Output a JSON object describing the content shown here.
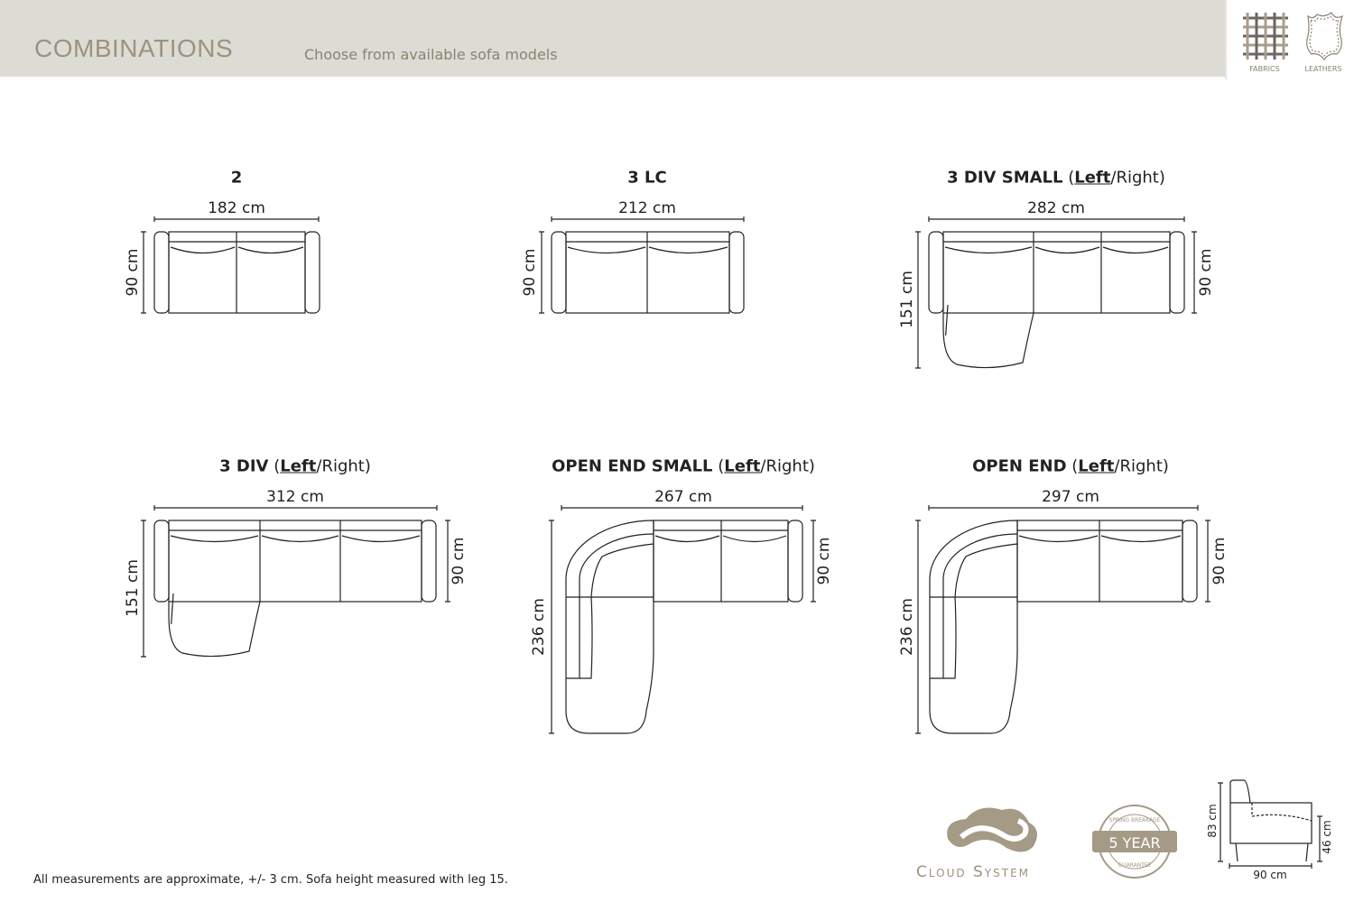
{
  "header": {
    "title": "COMBINATIONS",
    "subtitle": "Choose from available sofa models"
  },
  "materials": [
    {
      "label": "FABRICS",
      "icon": "fabric-weave-icon"
    },
    {
      "label": "LEATHERS",
      "icon": "leather-hide-icon"
    }
  ],
  "colors": {
    "header_bg": "#dddcd4",
    "accent": "#9c927f",
    "line": "#222222"
  },
  "models": [
    {
      "name": "2",
      "width": "182 cm",
      "depth": "90 cm"
    },
    {
      "name": "3 LC",
      "width": "212 cm",
      "depth": "90 cm"
    },
    {
      "name": "3 DIV SMALL",
      "side_selected": "Left",
      "side_other": "/Right",
      "width": "282 cm",
      "depth": "151 cm",
      "depth2": "90 cm"
    },
    {
      "name": "3 DIV",
      "side_selected": "Left",
      "side_other": "/Right",
      "width": "312 cm",
      "depth": "151 cm",
      "depth2": "90 cm"
    },
    {
      "name": "OPEN END SMALL",
      "side_selected": "Left",
      "side_other": "/Right",
      "width": "267 cm",
      "depth": "236 cm",
      "depth2": "90 cm"
    },
    {
      "name": "OPEN END",
      "side_selected": "Left",
      "side_other": "/Right",
      "width": "297 cm",
      "depth": "236 cm",
      "depth2": "90 cm"
    }
  ],
  "side_profile": {
    "height": "83 cm",
    "seat_height": "46 cm",
    "depth": "90 cm"
  },
  "badges": {
    "cloud": "Cloud System",
    "warranty_top": "SPRING BREAKAGE",
    "warranty_main": "5 YEAR",
    "warranty_bottom": "GUARANTEE"
  },
  "footnote": "All measurements are approximate, +/- 3 cm. Sofa height measured with leg 15."
}
